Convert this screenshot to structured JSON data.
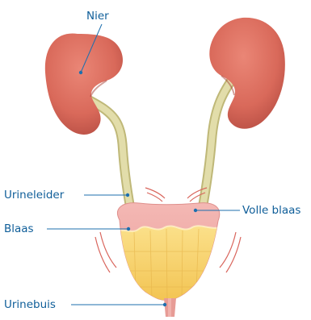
{
  "labels": {
    "kidney": "Nier",
    "ureter": "Urineleider",
    "bladder": "Blaas",
    "urethra": "Urinebuis",
    "full_bladder": "Volle blaas"
  },
  "colors": {
    "label_text": "#0f5e99",
    "leader_line": "#1d6fae",
    "kidney": "#d9695a",
    "kidney_dark": "#b24a40",
    "ureter": "#dcd79b",
    "bladder_wall": "#efa7a6",
    "urine": "#f6cf64",
    "urethra": "#e79c96",
    "contraction_marks": "#d9655c"
  }
}
